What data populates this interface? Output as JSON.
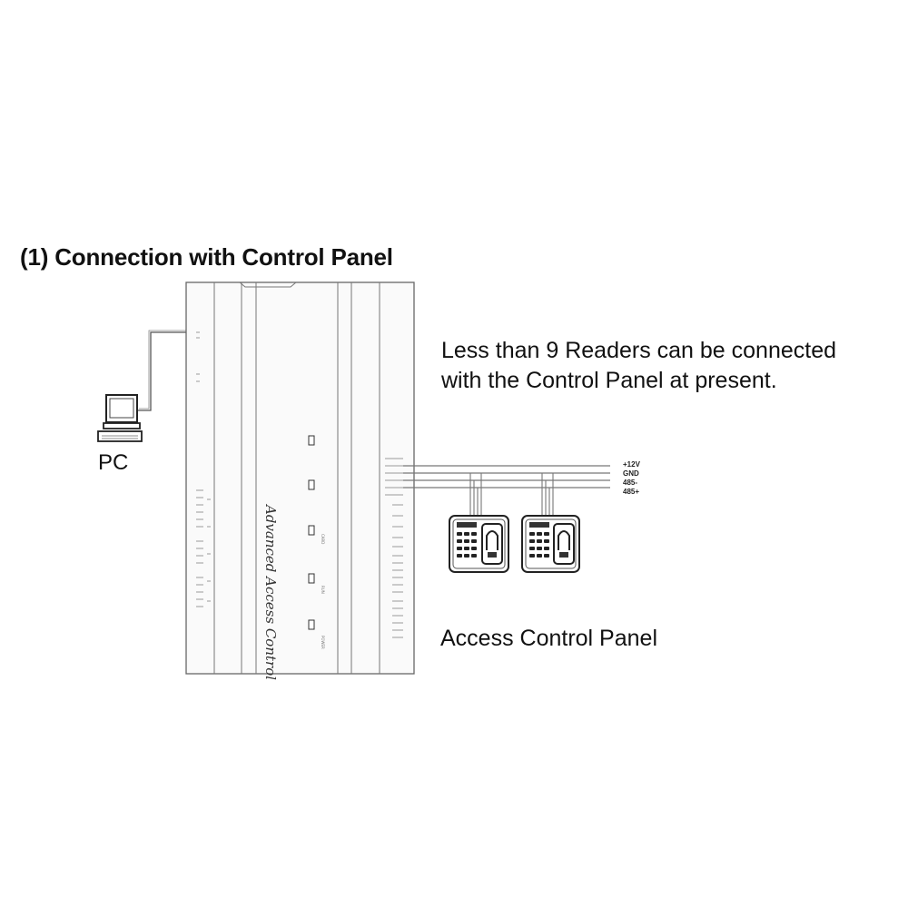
{
  "heading": "(1) Connection with Control Panel",
  "note": {
    "line1": "Less than 9 Readers can be connected",
    "line2": "with the Control Panel  at present."
  },
  "pc_label": "PC",
  "panel_label": "Advanced Access Control",
  "acp_label": "Access Control Panel",
  "bus_labels": [
    "+12V",
    "GND",
    "485-",
    "485+"
  ],
  "led_labels": [
    "",
    "",
    "CARD",
    "RUN",
    "POWER"
  ],
  "reader_count": 2
}
